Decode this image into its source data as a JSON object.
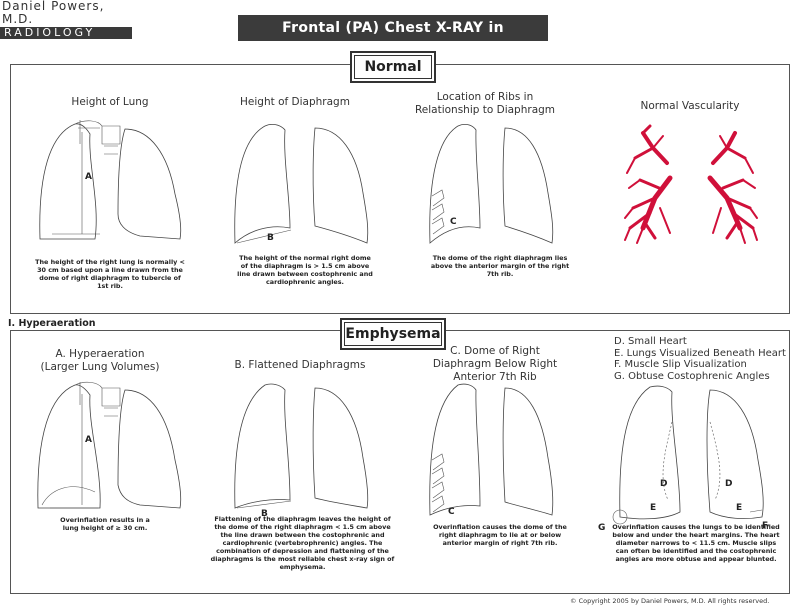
{
  "brand": {
    "name": "Daniel Powers, M.D.",
    "dept": "RADIOLOGY"
  },
  "title": "Frontal (PA) Chest X-RAY in Emphysema",
  "normal": {
    "label": "Normal",
    "panels": [
      {
        "heading": "Height of Lung",
        "marker": "A",
        "caption": "The height of the right lung is normally < 30 cm based upon a line drawn from the dome of right diaphragm to tubercle of 1st rib."
      },
      {
        "heading": "Height of Diaphragm",
        "marker": "B",
        "caption": "The height of the normal right dome of the diaphragm is > 1.5 cm above line drawn between costophrenic and cardiophrenic angles."
      },
      {
        "heading": "Location of Ribs in Relationship to Diaphragm",
        "marker": "C",
        "caption": "The dome of the right diaphragm lies above the anterior margin of the right 7th rib."
      },
      {
        "heading": "Normal Vascularity",
        "caption": ""
      }
    ]
  },
  "emphysema": {
    "section_heading": "I. Hyperaeration",
    "label": "Emphysema",
    "panels": [
      {
        "heading": "A. Hyperaeration (Larger Lung Volumes)",
        "marker": "A",
        "caption": "Overinflation results in a lung height of ≥ 30 cm."
      },
      {
        "heading": "B. Flattened Diaphragms",
        "marker": "B",
        "caption": "Flattening of the diaphragm leaves the height of the dome of the right diaphragm < 1.5 cm above the line drawn between the costophrenic and cardiophrenic (vertebrophrenic) angles. The combination of depression and flattening of the diaphragms is the most reliable chest x-ray sign of emphysema."
      },
      {
        "heading": "C. Dome of Right Diaphragm Below Right Anterior 7th Rib",
        "marker": "C",
        "caption": "Overinflation causes the dome of the right diaphragm to lie at or below anterior margin of right 7th rib."
      },
      {
        "heading_list": [
          "D. Small Heart",
          "E. Lungs Visualized Beneath Heart",
          "F. Muscle Slip Visualization",
          "G. Obtuse Costophrenic Angles"
        ],
        "markers": {
          "d": "D",
          "e": "E",
          "f": "F",
          "g": "G"
        },
        "caption": "Overinflation causes the lungs to be identified below and under the heart margins. The heart diameter narrows to < 11.5 cm. Muscle slips can often be identified and the costophrenic angles are more obtuse and appear blunted."
      }
    ]
  },
  "copyright": "© Copyright 2005 by Daniel Powers, M.D. All rights reserved.",
  "colors": {
    "vessel": "#d0103a",
    "title_bg": "#3b3b3b"
  }
}
